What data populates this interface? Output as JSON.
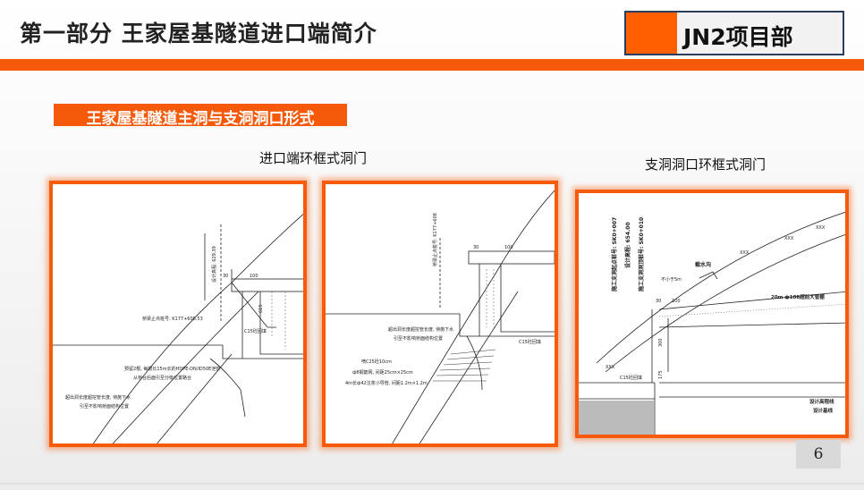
{
  "header": {
    "title": "第一部分  王家屋基隧道进口端简介"
  },
  "department": {
    "label": "JN2项目部"
  },
  "section": {
    "title": "王家屋基隧道主洞与支洞洞口形式"
  },
  "captions": {
    "main_portal": "进口端环框式洞门",
    "branch_portal": "支洞洞口环框式洞门"
  },
  "drawings": {
    "left": {
      "stake": "桥梁止点桩号: K177+608.53",
      "c15": "C15砼回填",
      "note_a": "预留2根, 每根长15m长的HDPE-DN/ID50E泄管",
      "note_b": "从桥台后面引至分级位置路台",
      "note_c": "超出洞长度超挖管长度, 待施下水",
      "note_d": "引至不影响桥面结构位置",
      "dim_100": "100",
      "dim_30": "30",
      "dim_615": "615",
      "design_elev": "设计高程: 629.39"
    },
    "middle": {
      "c15": "C15砼回填",
      "shotcrete": "喷C25砼10cm",
      "mesh": "ф8钢筋网, 间距25cm×25cm",
      "bolt": "4m长ф42注浆小导管, 间距1.2m×1.2m",
      "note_a": "超出洞长度超挖管长度, 待施下水",
      "note_b": "引至不影响桥面结构位置",
      "dim_100": "100",
      "dim_30": "30",
      "stake": "桥梁止点桩号: K177+608"
    },
    "right": {
      "station1": "施工支洞起点桩号: SK0+007",
      "station2": "施工支洞洞顶桩号: SK0+010",
      "elev_a": "设计高程: 654.00",
      "ditch": "截水沟",
      "min_dist": "不小于5m",
      "pipe": "20m ф108超前大管棚",
      "c15": "C15砼回填",
      "design_line": "设计高程线",
      "design_base": "设计基线",
      "dim_100": "100",
      "dim_30": "30",
      "dim_300": "300",
      "dim_175": "175",
      "xxx": "XXX"
    }
  },
  "page": {
    "number": "6"
  }
}
